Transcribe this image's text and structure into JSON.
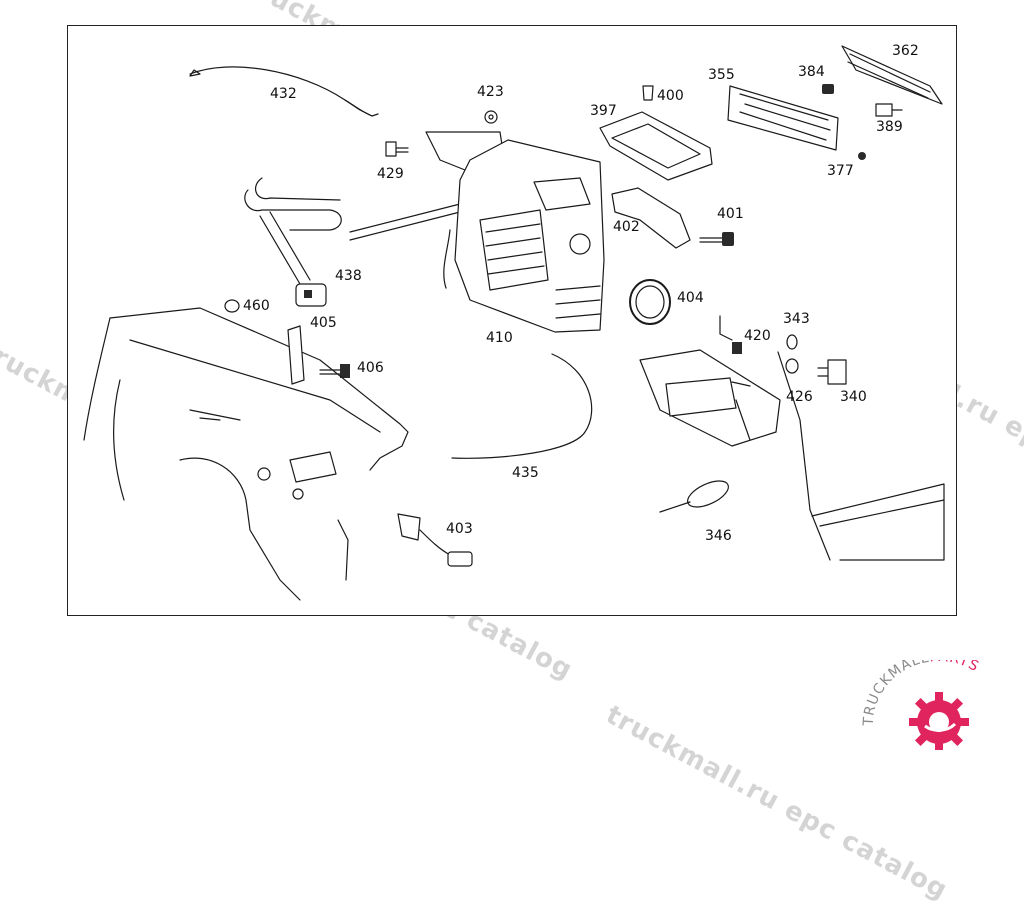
{
  "watermark_text": "truckmall.ru epc catalog",
  "logo": {
    "text_left": "TRUCKMALL",
    "text_right": "PARTS",
    "accent_color": "#e0245e"
  },
  "part_labels": [
    "432",
    "423",
    "400",
    "397",
    "355",
    "384",
    "362",
    "389",
    "377",
    "429",
    "401",
    "402",
    "438",
    "404",
    "405",
    "460",
    "410",
    "406",
    "343",
    "420",
    "426",
    "340",
    "435",
    "346",
    "403"
  ]
}
